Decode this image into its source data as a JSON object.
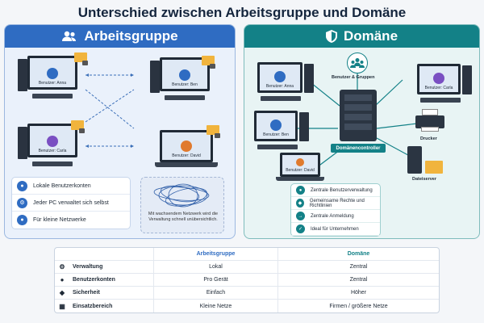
{
  "title": "Unterschied zwischen Arbeitsgruppe und Domäne",
  "left_panel": {
    "heading": "Arbeitsgruppe",
    "pcs": [
      {
        "label": "Benutzer: Anna",
        "color": "#2f6cc2"
      },
      {
        "label": "Benutzer: Ben",
        "color": "#2f6cc2"
      },
      {
        "label": "Benutzer: Carla",
        "color": "#7a4fc2"
      },
      {
        "label": "Benutzer: David",
        "color": "#e07a2e"
      }
    ],
    "features": [
      {
        "icon": "user-icon",
        "text": "Lokale Benutzerkonten"
      },
      {
        "icon": "gear-icon",
        "text": "Jeder PC verwaltet sich selbst"
      },
      {
        "icon": "users-icon",
        "text": "Für kleine Netzwerke"
      }
    ],
    "cloud_note": "Mit wachsendem Netzwerk wird die Verwaltung schnell unübersichtlich."
  },
  "right_panel": {
    "heading": "Domäne",
    "users_groups": "Benutzer & Gruppen",
    "controller": "Domänencontroller",
    "printer": "Drucker",
    "fileserver": "Dateiserver",
    "pcs": [
      {
        "label": "Benutzer: Anna",
        "color": "#2f6cc2"
      },
      {
        "label": "Benutzer: Carla",
        "color": "#7a4fc2"
      },
      {
        "label": "Benutzer: Ben",
        "color": "#2f6cc2"
      },
      {
        "label": "Benutzer: David",
        "color": "#e07a2e"
      }
    ],
    "features": [
      {
        "icon": "users-icon",
        "text": "Zentrale Benutzerverwaltung"
      },
      {
        "icon": "shield-icon",
        "text": "Gemeinsame Rechte und Richtlinien"
      },
      {
        "icon": "login-icon",
        "text": "Zentrale Anmeldung"
      },
      {
        "icon": "check-icon",
        "text": "Ideal für Unternehmen"
      }
    ]
  },
  "table": {
    "headers": [
      "",
      "Arbeitsgruppe",
      "Domäne"
    ],
    "rows": [
      {
        "icon": "gear-icon",
        "label": "Verwaltung",
        "a": "Lokal",
        "b": "Zentral"
      },
      {
        "icon": "user-icon",
        "label": "Benutzerkonten",
        "a": "Pro Gerät",
        "b": "Zentral"
      },
      {
        "icon": "shield-icon",
        "label": "Sicherheit",
        "a": "Einfach",
        "b": "Höher"
      },
      {
        "icon": "org-icon",
        "label": "Einsatzbereich",
        "a": "Kleine Netze",
        "b": "Firmen / größere Netze"
      }
    ]
  },
  "colors": {
    "workgroup": "#2f6cc2",
    "domain": "#138187"
  }
}
